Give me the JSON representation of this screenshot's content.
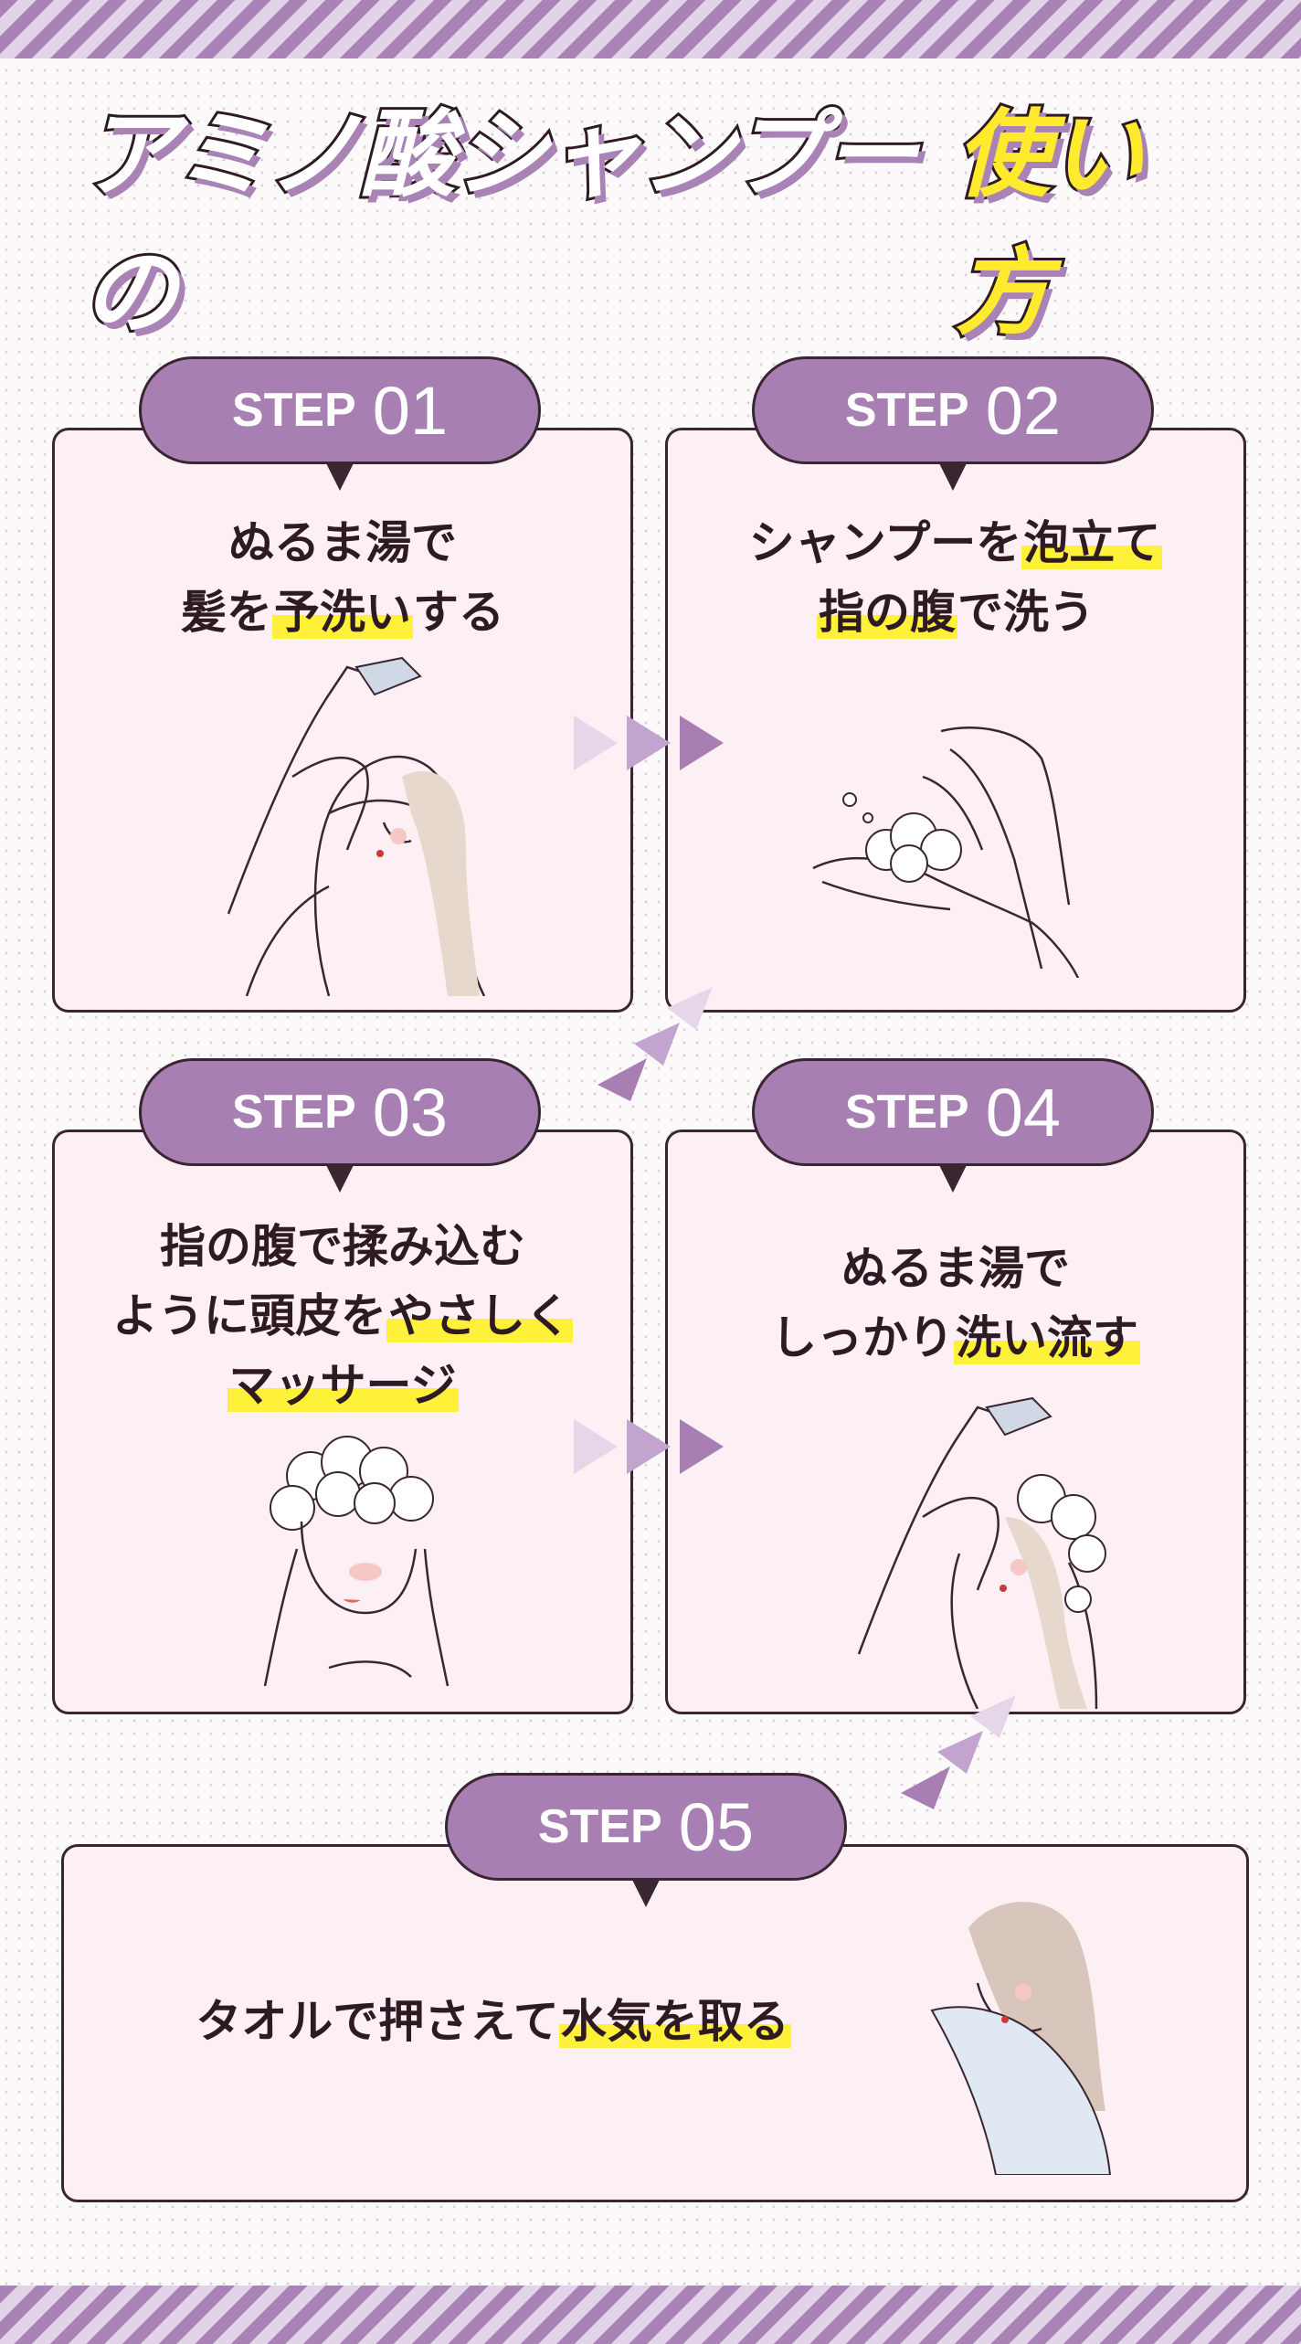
{
  "title": {
    "part1": "アミノ酸シャンプーの",
    "part2": "使い方"
  },
  "colors": {
    "accent": "#a77fb3",
    "highlight": "#fff13a",
    "card_bg": "#fcf0f5",
    "outline": "#3a2630"
  },
  "steps": [
    {
      "label": "STEP",
      "num": "01",
      "lines": [
        [
          {
            "t": "ぬるま湯で"
          }
        ],
        [
          {
            "t": "髪を"
          },
          {
            "t": "予洗い",
            "hl": true
          },
          {
            "t": "する"
          }
        ]
      ],
      "icon": "shower-rinse-illustration"
    },
    {
      "label": "STEP",
      "num": "02",
      "lines": [
        [
          {
            "t": "シャンプーを"
          },
          {
            "t": "泡立て",
            "hl": true
          }
        ],
        [
          {
            "t": "指の腹",
            "hl": true
          },
          {
            "t": "で洗う"
          }
        ]
      ],
      "icon": "foaming-hands-illustration"
    },
    {
      "label": "STEP",
      "num": "03",
      "lines": [
        [
          {
            "t": "指の腹で揉み込む"
          }
        ],
        [
          {
            "t": "ように頭皮を"
          },
          {
            "t": "やさしく",
            "hl": true
          }
        ],
        [
          {
            "t": "マッサージ",
            "hl": true
          }
        ]
      ],
      "icon": "scalp-massage-illustration"
    },
    {
      "label": "STEP",
      "num": "04",
      "lines": [
        [
          {
            "t": "ぬるま湯で"
          }
        ],
        [
          {
            "t": "しっかり"
          },
          {
            "t": "洗い流す",
            "hl": true
          }
        ]
      ],
      "icon": "shower-rinse-illustration"
    },
    {
      "label": "STEP",
      "num": "05",
      "lines": [
        [
          {
            "t": "タオルで押さえて"
          },
          {
            "t": "水気を取る",
            "hl": true
          }
        ]
      ],
      "icon": "towel-dry-illustration"
    }
  ]
}
